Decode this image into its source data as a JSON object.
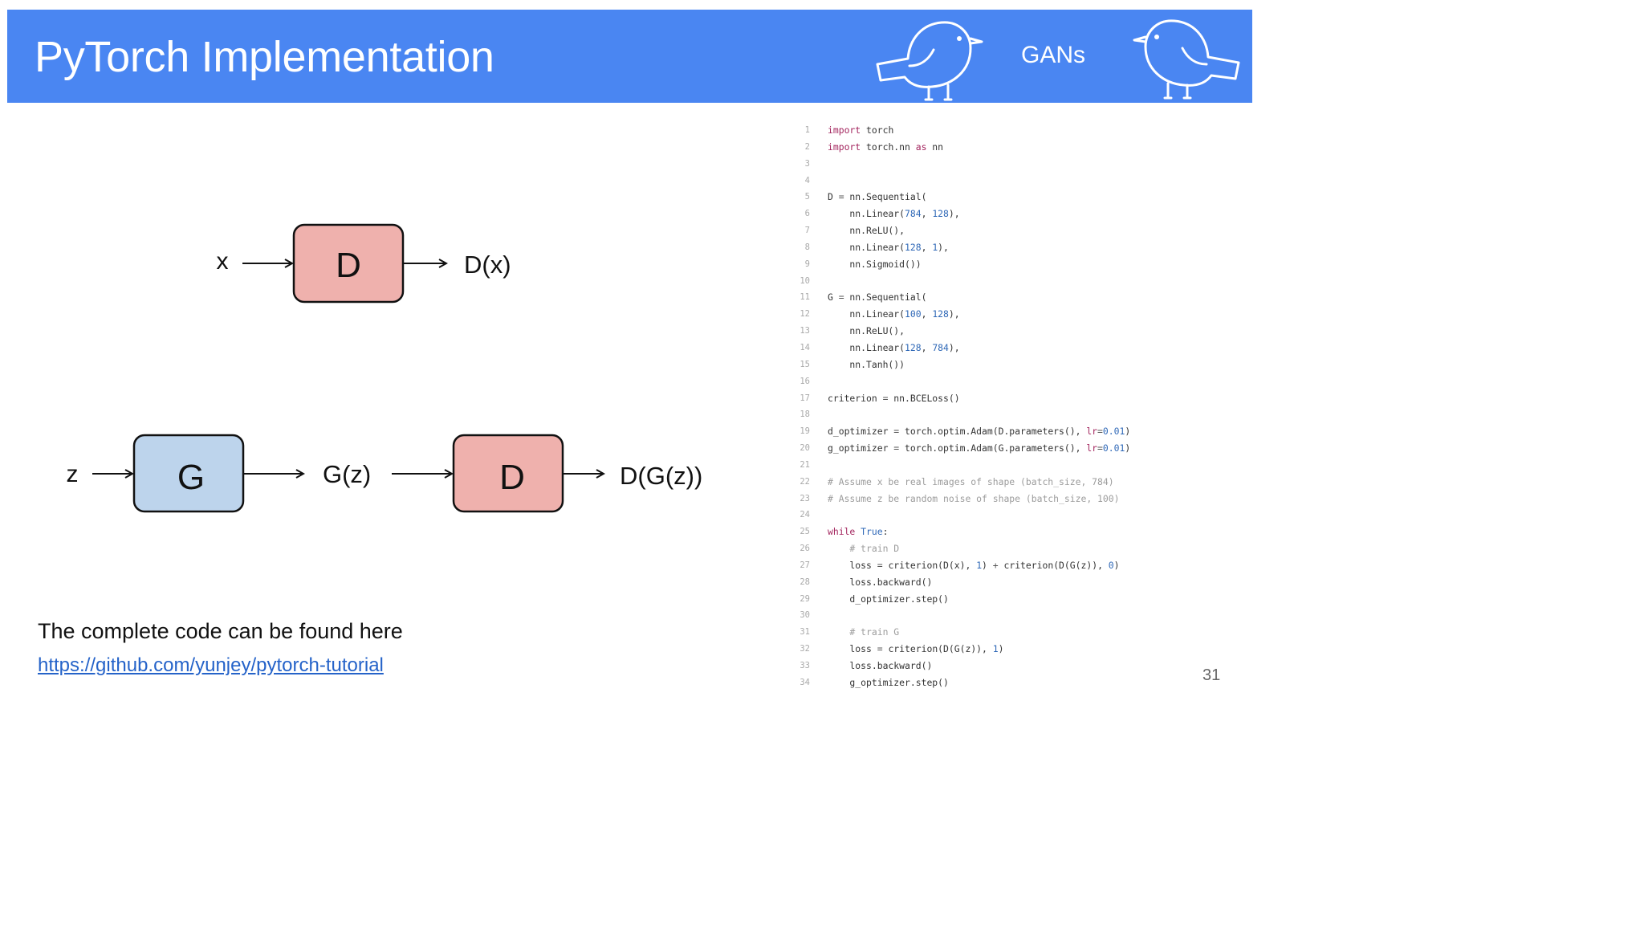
{
  "header": {
    "title": "PyTorch Implementation",
    "topic": "GANs",
    "background": "#4a86f2",
    "icons": [
      "bird-icon",
      "bird-icon"
    ]
  },
  "diagram": {
    "discriminator_row": {
      "input": "x",
      "box": "D",
      "output": "D(x)",
      "box_color": "#efb1ad"
    },
    "generator_row": {
      "input": "z",
      "generator_box": "G",
      "generator_output": "G(z)",
      "discriminator_box": "D",
      "final_output": "D(G(z))",
      "generator_color": "#bdd4ec",
      "discriminator_color": "#efb1ad"
    }
  },
  "footer": {
    "text": "The complete code can be found here",
    "link": "https://github.com/yunjey/pytorch-tutorial"
  },
  "code": [
    {
      "n": "1",
      "parts": [
        [
          "kw",
          "import"
        ],
        [
          "",
          " torch"
        ]
      ]
    },
    {
      "n": "2",
      "parts": [
        [
          "kw",
          "import"
        ],
        [
          "",
          " torch.nn "
        ],
        [
          "kw",
          "as"
        ],
        [
          "",
          " nn"
        ]
      ]
    },
    {
      "n": "3",
      "parts": []
    },
    {
      "n": "4",
      "parts": []
    },
    {
      "n": "5",
      "parts": [
        [
          "",
          "D "
        ],
        [
          "op",
          "="
        ],
        [
          "",
          " nn.Sequential("
        ]
      ]
    },
    {
      "n": "6",
      "parts": [
        [
          "",
          "    nn.Linear("
        ],
        [
          "num",
          "784"
        ],
        [
          "",
          ", "
        ],
        [
          "num",
          "128"
        ],
        [
          "",
          "),"
        ]
      ]
    },
    {
      "n": "7",
      "parts": [
        [
          "",
          "    nn.ReLU(),"
        ]
      ]
    },
    {
      "n": "8",
      "parts": [
        [
          "",
          "    nn.Linear("
        ],
        [
          "num",
          "128"
        ],
        [
          "",
          ", "
        ],
        [
          "num",
          "1"
        ],
        [
          "",
          "),"
        ]
      ]
    },
    {
      "n": "9",
      "parts": [
        [
          "",
          "    nn.Sigmoid())"
        ]
      ]
    },
    {
      "n": "10",
      "parts": []
    },
    {
      "n": "11",
      "parts": [
        [
          "",
          "G "
        ],
        [
          "op",
          "="
        ],
        [
          "",
          " nn.Sequential("
        ]
      ]
    },
    {
      "n": "12",
      "parts": [
        [
          "",
          "    nn.Linear("
        ],
        [
          "num",
          "100"
        ],
        [
          "",
          ", "
        ],
        [
          "num",
          "128"
        ],
        [
          "",
          "),"
        ]
      ]
    },
    {
      "n": "13",
      "parts": [
        [
          "",
          "    nn.ReLU(),"
        ]
      ]
    },
    {
      "n": "14",
      "parts": [
        [
          "",
          "    nn.Linear("
        ],
        [
          "num",
          "128"
        ],
        [
          "",
          ", "
        ],
        [
          "num",
          "784"
        ],
        [
          "",
          "),"
        ]
      ]
    },
    {
      "n": "15",
      "parts": [
        [
          "",
          "    nn.Tanh())"
        ]
      ]
    },
    {
      "n": "16",
      "parts": []
    },
    {
      "n": "17",
      "parts": [
        [
          "",
          "criterion "
        ],
        [
          "op",
          "="
        ],
        [
          "",
          " nn.BCELoss()"
        ]
      ]
    },
    {
      "n": "18",
      "parts": []
    },
    {
      "n": "19",
      "parts": [
        [
          "",
          "d_optimizer "
        ],
        [
          "op",
          "="
        ],
        [
          "",
          " torch.optim.Adam(D.parameters(), "
        ],
        [
          "kw",
          "lr"
        ],
        [
          "op",
          "="
        ],
        [
          "num",
          "0.01"
        ],
        [
          "",
          ")"
        ]
      ]
    },
    {
      "n": "20",
      "parts": [
        [
          "",
          "g_optimizer "
        ],
        [
          "op",
          "="
        ],
        [
          "",
          " torch.optim.Adam(G.parameters(), "
        ],
        [
          "kw",
          "lr"
        ],
        [
          "op",
          "="
        ],
        [
          "num",
          "0.01"
        ],
        [
          "",
          ")"
        ]
      ]
    },
    {
      "n": "21",
      "parts": []
    },
    {
      "n": "22",
      "parts": [
        [
          "cm",
          "# Assume x be real images of shape (batch_size, 784)"
        ]
      ]
    },
    {
      "n": "23",
      "parts": [
        [
          "cm",
          "# Assume z be random noise of shape (batch_size, 100)"
        ]
      ]
    },
    {
      "n": "24",
      "parts": []
    },
    {
      "n": "25",
      "parts": [
        [
          "kw",
          "while"
        ],
        [
          "",
          " "
        ],
        [
          "num",
          "True"
        ],
        [
          "",
          ":"
        ]
      ]
    },
    {
      "n": "26",
      "parts": [
        [
          "cm",
          "    # train D"
        ]
      ]
    },
    {
      "n": "27",
      "parts": [
        [
          "",
          "    loss "
        ],
        [
          "op",
          "="
        ],
        [
          "",
          " criterion(D(x), "
        ],
        [
          "num",
          "1"
        ],
        [
          "",
          ") "
        ],
        [
          "op",
          "+"
        ],
        [
          "",
          " criterion(D(G(z)), "
        ],
        [
          "num",
          "0"
        ],
        [
          "",
          ")"
        ]
      ]
    },
    {
      "n": "28",
      "parts": [
        [
          "",
          "    loss.backward()"
        ]
      ]
    },
    {
      "n": "29",
      "parts": [
        [
          "",
          "    d_optimizer.step()"
        ]
      ]
    },
    {
      "n": "30",
      "parts": []
    },
    {
      "n": "31",
      "parts": [
        [
          "cm",
          "    # train G"
        ]
      ]
    },
    {
      "n": "32",
      "parts": [
        [
          "",
          "    loss "
        ],
        [
          "op",
          "="
        ],
        [
          "",
          " criterion(D(G(z)), "
        ],
        [
          "num",
          "1"
        ],
        [
          "",
          ")"
        ]
      ]
    },
    {
      "n": "33",
      "parts": [
        [
          "",
          "    loss.backward()"
        ]
      ]
    },
    {
      "n": "34",
      "parts": [
        [
          "",
          "    g_optimizer.step()"
        ]
      ]
    }
  ],
  "page_number": "31"
}
